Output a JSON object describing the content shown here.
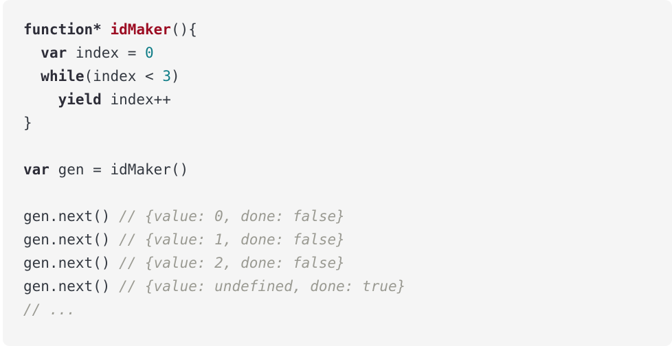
{
  "snippet": {
    "language": "javascript",
    "background_color": "#f5f5f5",
    "page_background_color": "#ffffff",
    "keyword_color": "#2d2d38",
    "function_name_color": "#9c0d23",
    "number_color": "#0e7c86",
    "comment_color": "#9a9a92",
    "plain_text_color": "#333840"
  },
  "lines": {
    "l1": {
      "kw_function": "function*",
      "fn_name": "idMaker",
      "after": "(){"
    },
    "l2": {
      "indent": "  ",
      "kw_var": "var",
      "mid": " index = ",
      "num": "0"
    },
    "l3": {
      "indent": "  ",
      "kw_while": "while",
      "mid": "(index < ",
      "num": "3",
      "after": ")"
    },
    "l4": {
      "indent": "    ",
      "kw_yield": "yield",
      "after": " index++"
    },
    "l5": {
      "text": "}"
    },
    "l6": {
      "kw_var": "var",
      "after": " gen = idMaker()"
    },
    "l7": {
      "code": "gen.next() ",
      "comment": "// {value: 0, done: false}"
    },
    "l8": {
      "code": "gen.next() ",
      "comment": "// {value: 1, done: false}"
    },
    "l9": {
      "code": "gen.next() ",
      "comment": "// {value: 2, done: false}"
    },
    "l10": {
      "code": "gen.next() ",
      "comment": "// {value: undefined, done: true}"
    },
    "l11": {
      "comment": "// ..."
    }
  }
}
